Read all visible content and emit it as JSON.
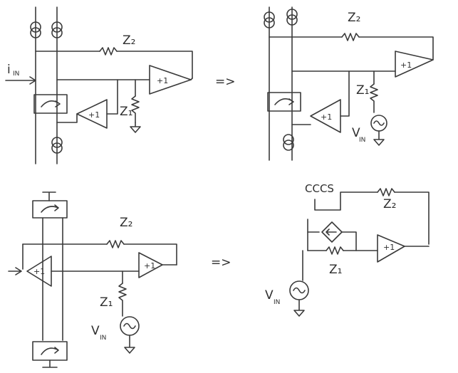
{
  "labels": {
    "i_in": "i",
    "i_in_sub": "IN",
    "z2": "Z₂",
    "z1": "Z₁",
    "v_in": "V",
    "v_in_sub": "IN",
    "plus_one": "+1",
    "arrow": "=>",
    "cccs": "CCCS"
  },
  "colors": {
    "ink": "#3a3a3a",
    "background": "#ffffff"
  }
}
